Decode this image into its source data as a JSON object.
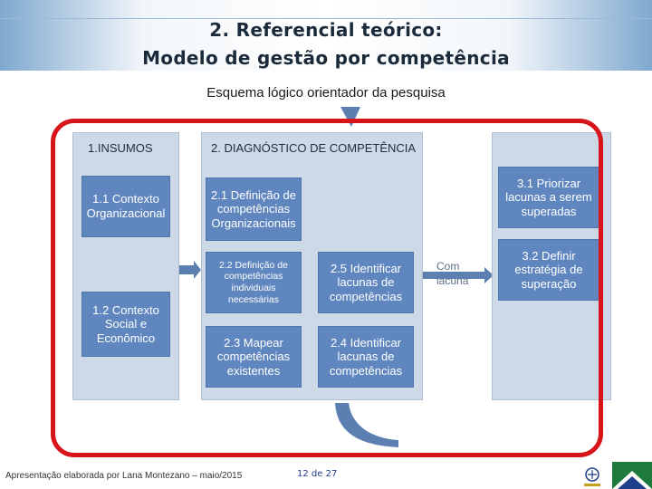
{
  "header": {
    "title_line1": "2. Referencial teórico:",
    "title_line2": "Modelo de gestão por competência"
  },
  "subtitle": "Esquema lógico orientador da pesquisa",
  "diagram": {
    "insumos": {
      "title": "1.INSUMOS",
      "items": [
        "1.1 Contexto Organizacional",
        "1.2 Contexto Social e Econômico"
      ]
    },
    "diagnostico": {
      "title": "2. DIAGNÓSTICO DE COMPETÊNCIA",
      "items": [
        "2.1 Definição de competências Organizacionais",
        "2.2 Definição de competências individuais necessárias",
        "2.3 Mapear competências existentes",
        "2.4 Identificar lacunas de competências",
        "2.5 Identificar lacunas de competências"
      ]
    },
    "connector_label": "Com lacuna",
    "acoes": {
      "items": [
        "3.1 Priorizar lacunas a serem superadas",
        "3.2 Definir estratégia de superação"
      ]
    }
  },
  "footer": {
    "credit": "Apresentação elaborada por Lana Montezano – maio/2015",
    "page": "12 de 27"
  },
  "colors": {
    "panel_bg": "#cdd9e6",
    "box_bg": "#5f86bf",
    "frame": "#d7141a",
    "arrow": "#5b7fb0"
  }
}
